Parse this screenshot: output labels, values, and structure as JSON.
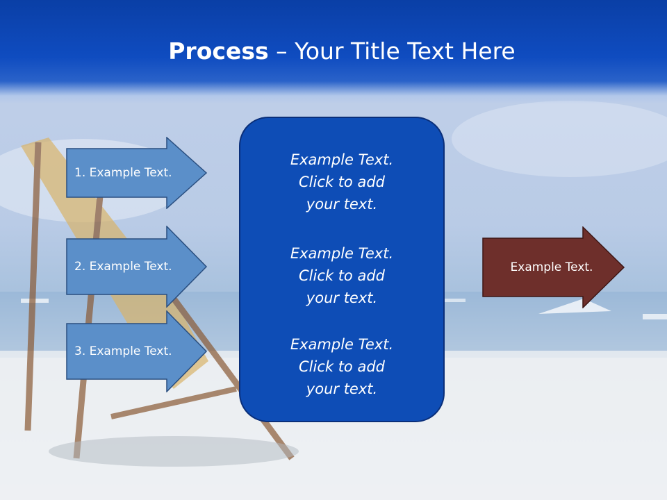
{
  "slide": {
    "title_bold": "Process",
    "title_rest": " – Your Title Text Here"
  },
  "left_arrows": [
    {
      "label": "1. Example Text."
    },
    {
      "label": "2. Example Text."
    },
    {
      "label": "3. Example Text."
    }
  ],
  "center_panel": {
    "blocks": [
      {
        "lines": [
          "Example Text.",
          "Click  to add",
          "your text."
        ]
      },
      {
        "lines": [
          "Example Text.",
          "Click  to add",
          "your text."
        ]
      },
      {
        "lines": [
          "Example Text.",
          "Click  to add",
          "your text."
        ]
      }
    ]
  },
  "right_arrow": {
    "label": "Example Text."
  },
  "colors": {
    "title_bar": "#0f4cc0",
    "left_arrow_fill": "#5b8fc9",
    "center_panel_fill": "#0e4db6",
    "right_arrow_fill": "#6e2f2b"
  }
}
